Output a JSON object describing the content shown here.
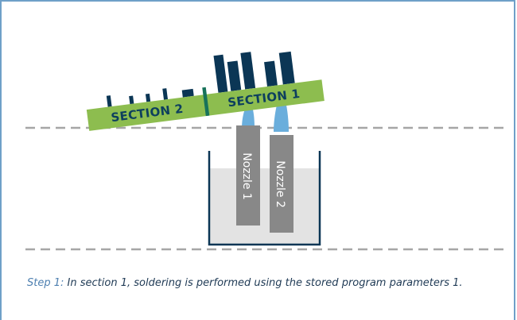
{
  "diagram": {
    "board": {
      "section2_label": "SECTION 2",
      "section1_label": "SECTION 1",
      "color": "#8dbd4f"
    },
    "nozzles": [
      {
        "label": "Nozzle 1"
      },
      {
        "label": "Nozzle 2"
      }
    ],
    "colors": {
      "components": "#0b3655",
      "nozzle_body": "#888888",
      "solder_wave": "#6aaedc",
      "bath_fill": "#e3e3e3",
      "bath_outline": "#0b3655",
      "dashed_line": "#a6a6a6",
      "frame": "#6fa0c8"
    }
  },
  "caption": {
    "step": "Step 1:",
    "text": "In section 1, soldering is performed using the stored program parameters 1."
  }
}
